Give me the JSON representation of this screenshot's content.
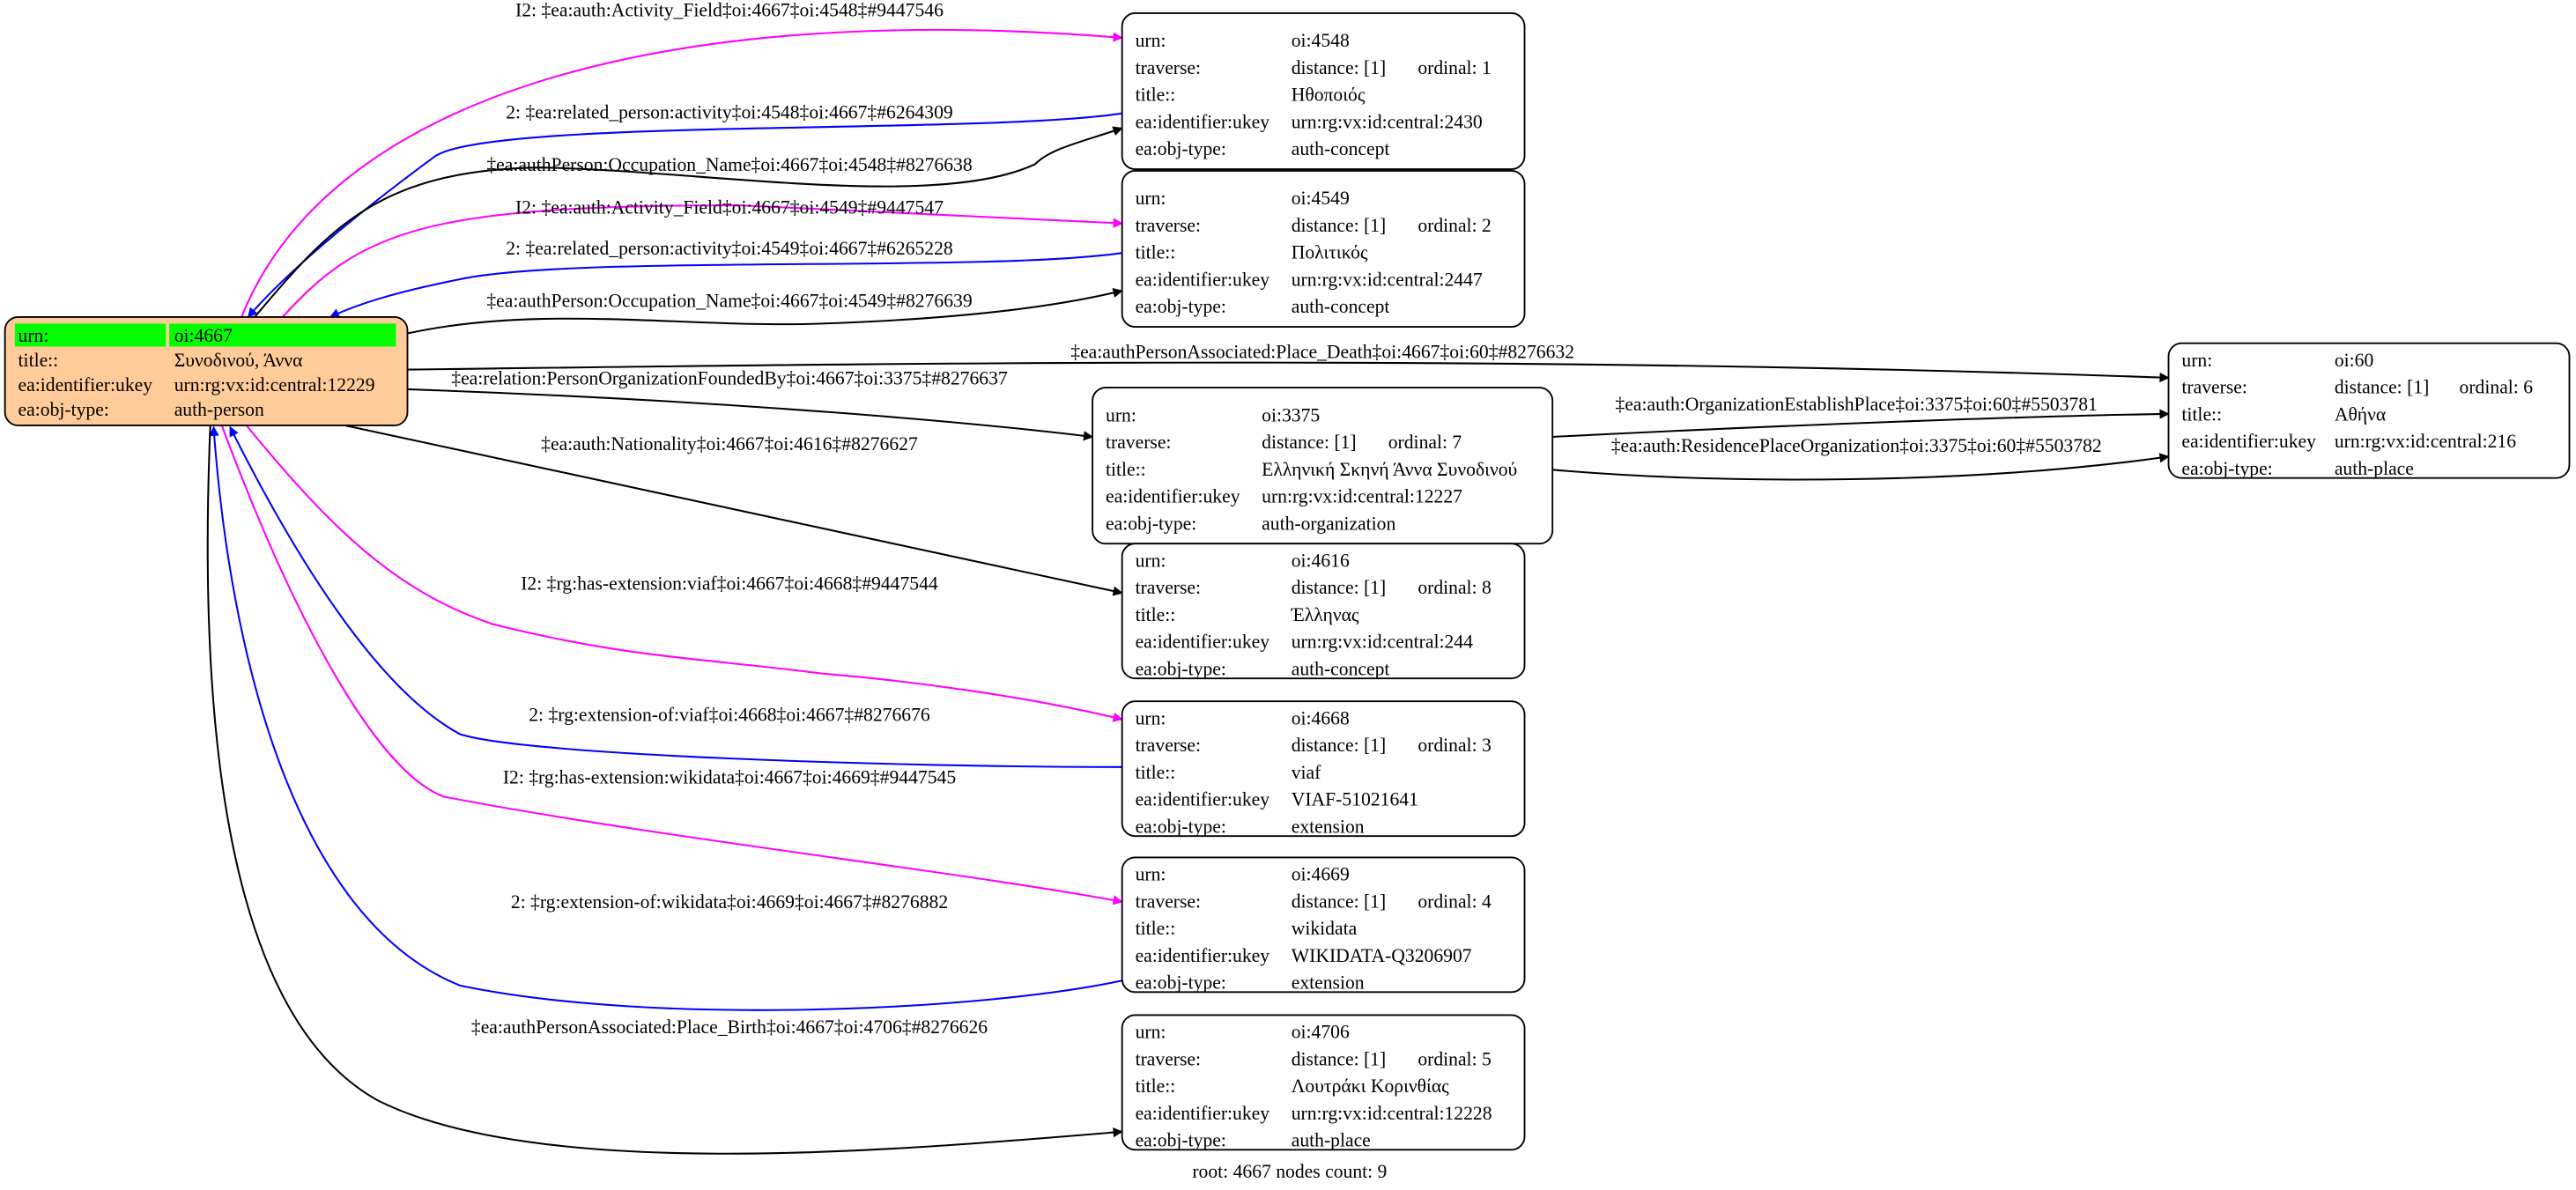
{
  "colors": {
    "magenta": "#ff00ff",
    "blue": "#0000ff",
    "black": "#000000",
    "root_fill": "#ffcc99",
    "highlight": "#00ff00",
    "node_fill": "#ffffff"
  },
  "root": {
    "rows": [
      {
        "key": "urn:",
        "value": "oi:4667"
      },
      {
        "key": "title::",
        "value": "Συνοδινού, Άννα"
      },
      {
        "key": "ea:identifier:ukey",
        "value": "urn:rg:vx:id:central:12229"
      },
      {
        "key": "ea:obj-type:",
        "value": "auth-person"
      }
    ]
  },
  "nodes": [
    {
      "rows": [
        {
          "key": "urn:",
          "value": "oi:4548"
        },
        {
          "key": "traverse:",
          "value": "distance: [1]",
          "extra": "ordinal: 1"
        },
        {
          "key": "title::",
          "value": "Ηθοποιός"
        },
        {
          "key": "ea:identifier:ukey",
          "value": "urn:rg:vx:id:central:2430"
        },
        {
          "key": "ea:obj-type:",
          "value": "auth-concept"
        }
      ]
    },
    {
      "rows": [
        {
          "key": "urn:",
          "value": "oi:4549"
        },
        {
          "key": "traverse:",
          "value": "distance: [1]",
          "extra": "ordinal: 2"
        },
        {
          "key": "title::",
          "value": "Πολιτικός"
        },
        {
          "key": "ea:identifier:ukey",
          "value": "urn:rg:vx:id:central:2447"
        },
        {
          "key": "ea:obj-type:",
          "value": "auth-concept"
        }
      ]
    },
    {
      "rows": [
        {
          "key": "urn:",
          "value": "oi:3375"
        },
        {
          "key": "traverse:",
          "value": "distance: [1]",
          "extra": "ordinal: 7"
        },
        {
          "key": "title::",
          "value": "Ελληνική Σκηνή Άννα Συνοδινού"
        },
        {
          "key": "ea:identifier:ukey",
          "value": "urn:rg:vx:id:central:12227"
        },
        {
          "key": "ea:obj-type:",
          "value": "auth-organization"
        }
      ]
    },
    {
      "rows": [
        {
          "key": "urn:",
          "value": "oi:60"
        },
        {
          "key": "traverse:",
          "value": "distance: [1]",
          "extra": "ordinal: 6"
        },
        {
          "key": "title::",
          "value": "Αθήνα"
        },
        {
          "key": "ea:identifier:ukey",
          "value": "urn:rg:vx:id:central:216"
        },
        {
          "key": "ea:obj-type:",
          "value": "auth-place"
        }
      ]
    },
    {
      "rows": [
        {
          "key": "urn:",
          "value": "oi:4616"
        },
        {
          "key": "traverse:",
          "value": "distance: [1]",
          "extra": "ordinal: 8"
        },
        {
          "key": "title::",
          "value": "Έλληνας"
        },
        {
          "key": "ea:identifier:ukey",
          "value": "urn:rg:vx:id:central:244"
        },
        {
          "key": "ea:obj-type:",
          "value": "auth-concept"
        }
      ]
    },
    {
      "rows": [
        {
          "key": "urn:",
          "value": "oi:4668"
        },
        {
          "key": "traverse:",
          "value": "distance: [1]",
          "extra": "ordinal: 3"
        },
        {
          "key": "title::",
          "value": "viaf"
        },
        {
          "key": "ea:identifier:ukey",
          "value": "VIAF-51021641"
        },
        {
          "key": "ea:obj-type:",
          "value": "extension"
        }
      ]
    },
    {
      "rows": [
        {
          "key": "urn:",
          "value": "oi:4669"
        },
        {
          "key": "traverse:",
          "value": "distance: [1]",
          "extra": "ordinal: 4"
        },
        {
          "key": "title::",
          "value": "wikidata"
        },
        {
          "key": "ea:identifier:ukey",
          "value": "WIKIDATA-Q3206907"
        },
        {
          "key": "ea:obj-type:",
          "value": "extension"
        }
      ]
    },
    {
      "rows": [
        {
          "key": "urn:",
          "value": "oi:4706"
        },
        {
          "key": "traverse:",
          "value": "distance: [1]",
          "extra": "ordinal: 5"
        },
        {
          "key": "title::",
          "value": "Λουτράκι Κορινθίας"
        },
        {
          "key": "ea:identifier:ukey",
          "value": "urn:rg:vx:id:central:12228"
        },
        {
          "key": "ea:obj-type:",
          "value": "auth-place"
        }
      ]
    }
  ],
  "edges": [
    {
      "label": "I2: ‡ea:auth:Activity_Field‡oi:4667‡oi:4548‡#9447546",
      "color": "magenta"
    },
    {
      "label": "2: ‡ea:related_person:activity‡oi:4548‡oi:4667‡#6264309",
      "color": "blue"
    },
    {
      "label": "‡ea:authPerson:Occupation_Name‡oi:4667‡oi:4548‡#8276638",
      "color": "black"
    },
    {
      "label": "I2: ‡ea:auth:Activity_Field‡oi:4667‡oi:4549‡#9447547",
      "color": "magenta"
    },
    {
      "label": "2: ‡ea:related_person:activity‡oi:4549‡oi:4667‡#6265228",
      "color": "blue"
    },
    {
      "label": "‡ea:authPerson:Occupation_Name‡oi:4667‡oi:4549‡#8276639",
      "color": "black"
    },
    {
      "label": "‡ea:authPersonAssociated:Place_Death‡oi:4667‡oi:60‡#8276632",
      "color": "black"
    },
    {
      "label": "‡ea:relation:PersonOrganizationFoundedBy‡oi:4667‡oi:3375‡#8276637",
      "color": "black"
    },
    {
      "label": "‡ea:auth:Nationality‡oi:4667‡oi:4616‡#8276627",
      "color": "black"
    },
    {
      "label": "I2: ‡rg:has-extension:viaf‡oi:4667‡oi:4668‡#9447544",
      "color": "magenta"
    },
    {
      "label": "2: ‡rg:extension-of:viaf‡oi:4668‡oi:4667‡#8276676",
      "color": "blue"
    },
    {
      "label": "I2: ‡rg:has-extension:wikidata‡oi:4667‡oi:4669‡#9447545",
      "color": "magenta"
    },
    {
      "label": "2: ‡rg:extension-of:wikidata‡oi:4669‡oi:4667‡#8276882",
      "color": "blue"
    },
    {
      "label": "‡ea:authPersonAssociated:Place_Birth‡oi:4667‡oi:4706‡#8276626",
      "color": "black"
    },
    {
      "label": "‡ea:auth:OrganizationEstablishPlace‡oi:3375‡oi:60‡#5503781",
      "color": "black"
    },
    {
      "label": "‡ea:auth:ResidencePlaceOrganization‡oi:3375‡oi:60‡#5503782",
      "color": "black"
    }
  ],
  "footer": "root: 4667 nodes count: 9"
}
